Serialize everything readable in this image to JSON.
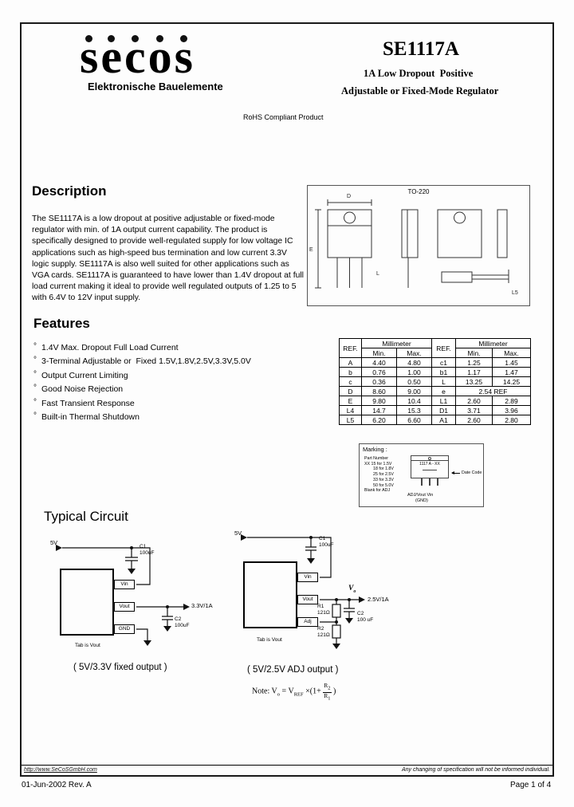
{
  "header": {
    "logo_letters": [
      "s",
      "e",
      "c",
      "o",
      "s"
    ],
    "logo_subtitle": "Elektronische Bauelemente",
    "title": "SE1117A",
    "subtitle1": "1A Low Dropout  Positive",
    "subtitle2": "Adjustable or Fixed-Mode Regulator",
    "rohs": "RoHS Compliant Product"
  },
  "description": {
    "heading": "Description",
    "body": "The SE1117A is a low dropout at positive adjustable or fixed-mode regulator with min. of 1A output current capability. The product is specifically designed to provide well-regulated supply for low voltage IC applications such as high-speed bus termination and low current 3.3V logic supply. SE1117A is also well suited for other applications such as VGA cards. SE1117A is guaranteed to have lower than 1.4V dropout at full load current making it ideal to provide well regulated outputs of 1.25 to 5 with 6.4V to 12V input supply."
  },
  "package_drawing": {
    "label": "TO-220",
    "dim_labels": [
      "D",
      "E",
      "L",
      "L5"
    ]
  },
  "features": {
    "heading": "Features",
    "bullet": "°",
    "items": [
      "1.4V Max. Dropout Full Load Current",
      "3-Terminal Adjustable or  Fixed 1.5V,1.8V,2.5V,3.3V,5.0V",
      "Output Current Limiting",
      "Good Noise Rejection",
      "Fast Transient Response",
      "Built-in Thermal Shutdown"
    ]
  },
  "dimensions": {
    "ref_header": "REF.",
    "mm_header": "Millimeter",
    "min_header": "Min.",
    "max_header": "Max.",
    "rows": [
      [
        "A",
        "4.40",
        "4.80",
        "c1",
        "1.25",
        "1.45"
      ],
      [
        "b",
        "0.76",
        "1.00",
        "b1",
        "1.17",
        "1.47"
      ],
      [
        "c",
        "0.36",
        "0.50",
        "L",
        "13.25",
        "14.25"
      ],
      [
        "D",
        "8.60",
        "9.00",
        "e",
        "2.54 REF"
      ],
      [
        "E",
        "9.80",
        "10.4",
        "L1",
        "2.60",
        "2.89"
      ],
      [
        "L4",
        "14.7",
        "15.3",
        "D1",
        "3.71",
        "3.96"
      ],
      [
        "L5",
        "6.20",
        "6.60",
        "A1",
        "2.60",
        "2.80"
      ]
    ]
  },
  "marking": {
    "heading": "Marking :",
    "part_lines": [
      "Part Number",
      "XX 15 for 1.5V",
      "18 for 1.8V",
      "25 for 2.5V",
      "33 for 3.3V",
      "50 for 5.0V",
      "Blank for ADJ"
    ],
    "device_mark": "1117 A - XX",
    "date_code_label": "Date Code",
    "pin_label": "ADJ/Vout Vin",
    "gnd_label": "(GND)"
  },
  "circuits": {
    "heading": "Typical Circuit",
    "left": {
      "input": "5V",
      "c1_name": "C1",
      "c1_value": "100uF",
      "pin1": "Vin",
      "pin2": "Vout",
      "pin3": "GND",
      "output": "3.3V/1A",
      "c2_name": "C2",
      "c2_value": "100uF",
      "tab_note": "Tab is Vout",
      "caption": "( 5V/3.3V fixed output )"
    },
    "right": {
      "input": "5V",
      "c1_name": "C1",
      "c1_value": "100uF",
      "pin1": "Vin",
      "pin2": "Vout",
      "pin3": "Adj",
      "vo_label": "V",
      "vo_sub": "o",
      "output": "2.5V/1A",
      "r1_name": "R1",
      "r1_value": "121Ω",
      "r2_name": "R2",
      "r2_value": "121Ω",
      "c2_name": "C2",
      "c2_value": "100 uF",
      "tab_note": "Tab is Vout",
      "caption": "( 5V/2.5V ADJ output )"
    },
    "note": {
      "p1": "Note: V",
      "s1": "o",
      "p2": " = V",
      "s2": "REF",
      "p3": " ×(1+ ",
      "num": "R",
      "num_sub": "2",
      "den": "R",
      "den_sub": "1",
      "p4": " )"
    }
  },
  "footer": {
    "url": "http://www.SeCoSGmbH.com",
    "disclaimer": "Any changing of specification will not be informed individual.",
    "revision": "01-Jun-2002  Rev. A",
    "page": "Page 1 of 4"
  }
}
